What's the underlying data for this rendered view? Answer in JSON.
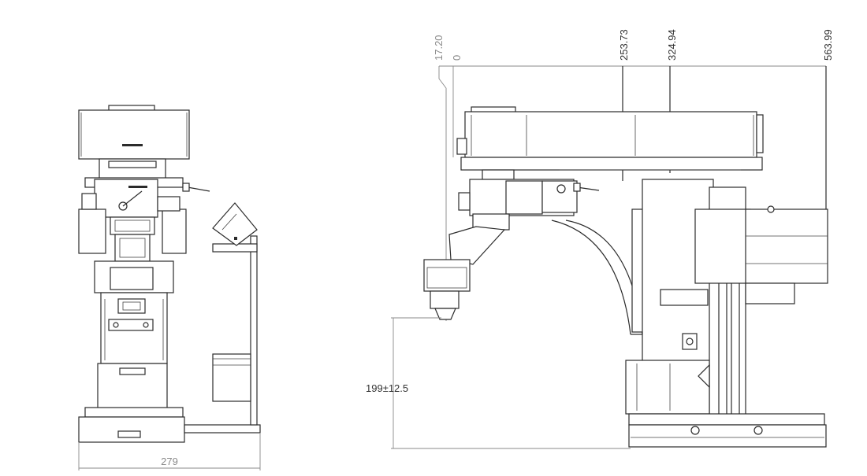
{
  "dimensions": {
    "front_width": "279",
    "height_tolerance": "199±12.5",
    "datum_labels": [
      "17.20",
      "0",
      "253.73",
      "324.94",
      "563.99"
    ]
  },
  "colors": {
    "line": "#2b2b2b",
    "dimension_gray": "#8a8a8a"
  }
}
